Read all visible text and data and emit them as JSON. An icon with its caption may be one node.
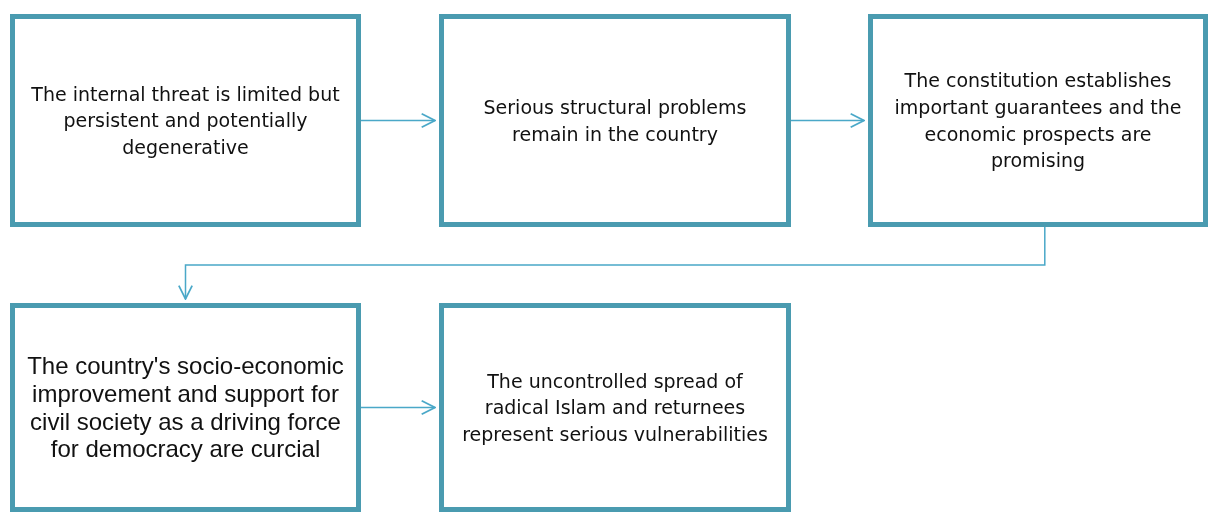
{
  "diagram": {
    "nodes": [
      {
        "text": [
          "The internal threat is limited but persistent and potentially degenerative"
        ]
      },
      {
        "text": [
          "Serious structural problems remain in the country"
        ]
      },
      {
        "text": [
          "The constitution establishes important guarantees and the economic prospects are promising"
        ]
      },
      {
        "text": [
          "The country's socio-economic improvement and support for civil society as a driving force for democracy are curcial"
        ]
      },
      {
        "text": [
          "The uncontrolled spread of radical Islam and returnees represent serious vulnerabilities"
        ]
      }
    ],
    "edges": [
      {
        "from": 0,
        "to": 1,
        "arrow": "to"
      },
      {
        "from": 1,
        "to": 2,
        "arrow": "to"
      },
      {
        "from": 2,
        "to": 3,
        "arrow": "to"
      },
      {
        "from": 3,
        "to": 4,
        "arrow": "to"
      }
    ]
  }
}
